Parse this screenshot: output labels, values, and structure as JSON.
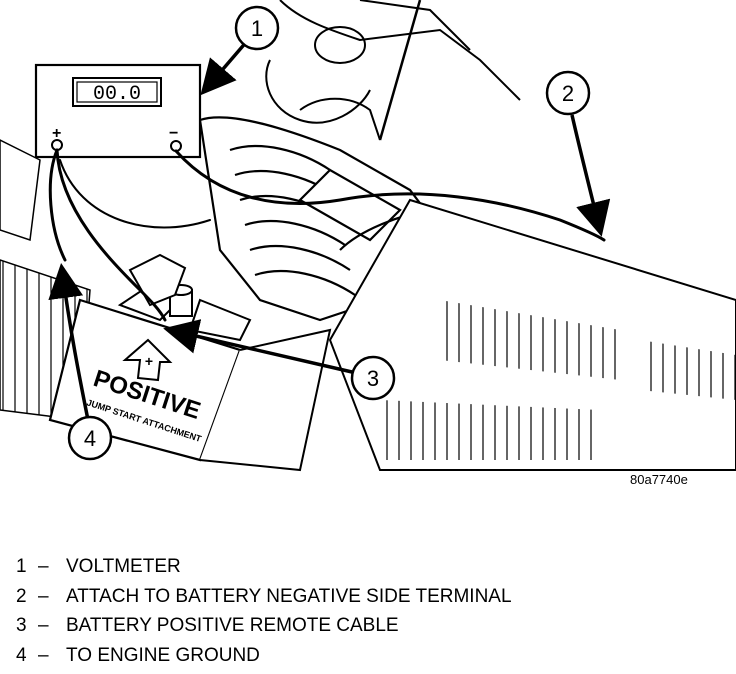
{
  "callouts": [
    "1",
    "2",
    "3",
    "4"
  ],
  "meter": {
    "display": "00.0",
    "positive": "+",
    "negative": "−"
  },
  "battery": {
    "line1": "POSITIVE",
    "line2": "JUMP START ATTACHMENT"
  },
  "figure_id": "80a7740e",
  "legend": [
    {
      "num": "1",
      "dash": "–",
      "text": "VOLTMETER"
    },
    {
      "num": "2",
      "dash": "–",
      "text": "ATTACH TO BATTERY NEGATIVE SIDE TERMINAL"
    },
    {
      "num": "3",
      "dash": "–",
      "text": "BATTERY POSITIVE REMOTE CABLE"
    },
    {
      "num": "4",
      "dash": "–",
      "text": "TO ENGINE GROUND"
    }
  ]
}
